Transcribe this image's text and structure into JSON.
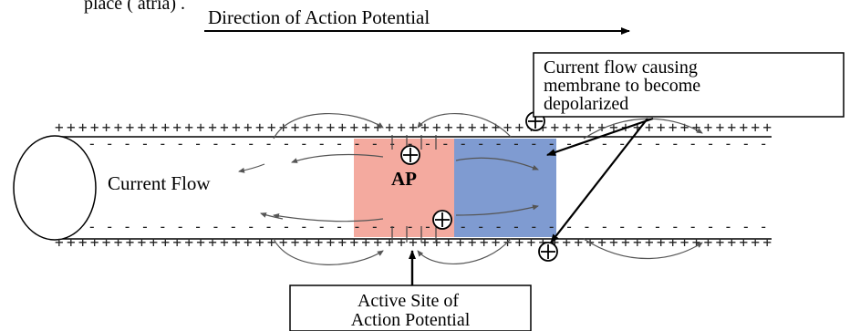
{
  "top_fragment": "place ( atria) .",
  "direction_label": "Direction of Action Potential",
  "callout_lines": [
    "Current flow causing",
    "membrane to become",
    "depolarized"
  ],
  "current_flow_label": "Current Flow",
  "ap_label": "AP",
  "active_site_lines": [
    "Active Site of",
    "Action Potential"
  ],
  "membrane_plus_row": "+++++++++++++++++++++++++++++++++++++++++++++++++++++++++++++",
  "membrane_minus_row": "- - - - - - - - - - - - - - - - - - - - - - - - - - - - - - - - - - - - - - -",
  "colors": {
    "ap_zone": "#f4aa9f",
    "depolarizing_zone": "#7f9bd1",
    "line": "#000000"
  }
}
